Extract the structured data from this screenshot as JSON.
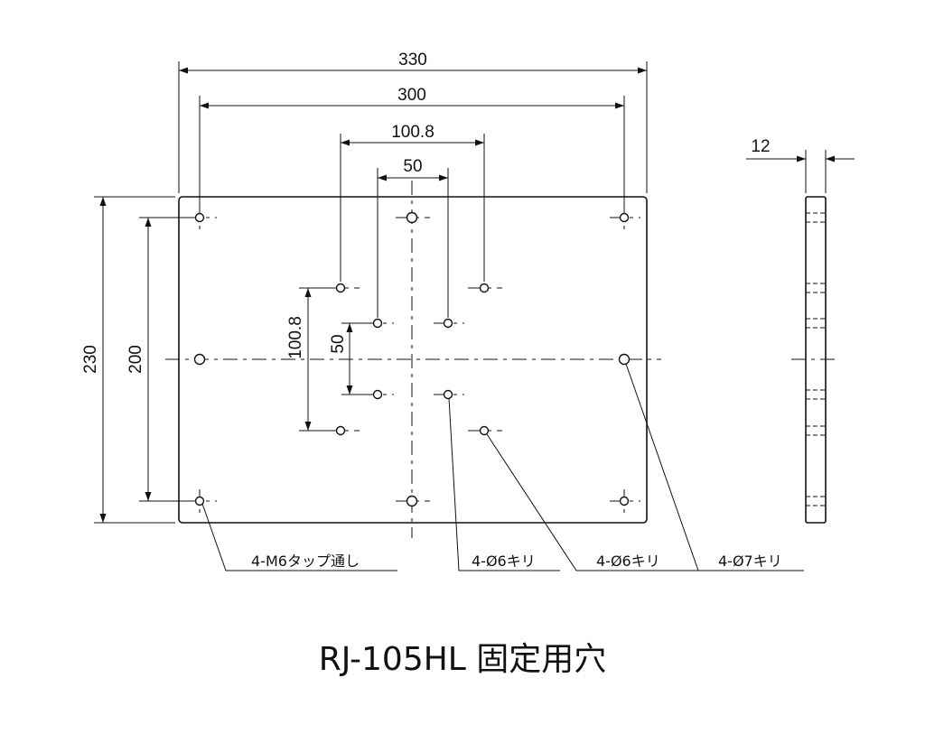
{
  "dimensions": {
    "overall_width": "330",
    "hole_span_width": "300",
    "inner_pattern_large": "100.8",
    "inner_pattern_small": "50",
    "overall_height": "230",
    "hole_span_height": "200",
    "inner_vertical_large": "100.8",
    "inner_vertical_small": "50",
    "thickness": "12"
  },
  "callouts": {
    "tapped_holes": "4-M6タップ通し",
    "drill_6_inner": "4-Ø6キリ",
    "drill_6_outer": "4-Ø6キリ",
    "drill_7": "4-Ø7キリ"
  },
  "title": "RJ-105HL 固定用穴",
  "colors": {
    "line": "#111111",
    "background": "#ffffff"
  }
}
